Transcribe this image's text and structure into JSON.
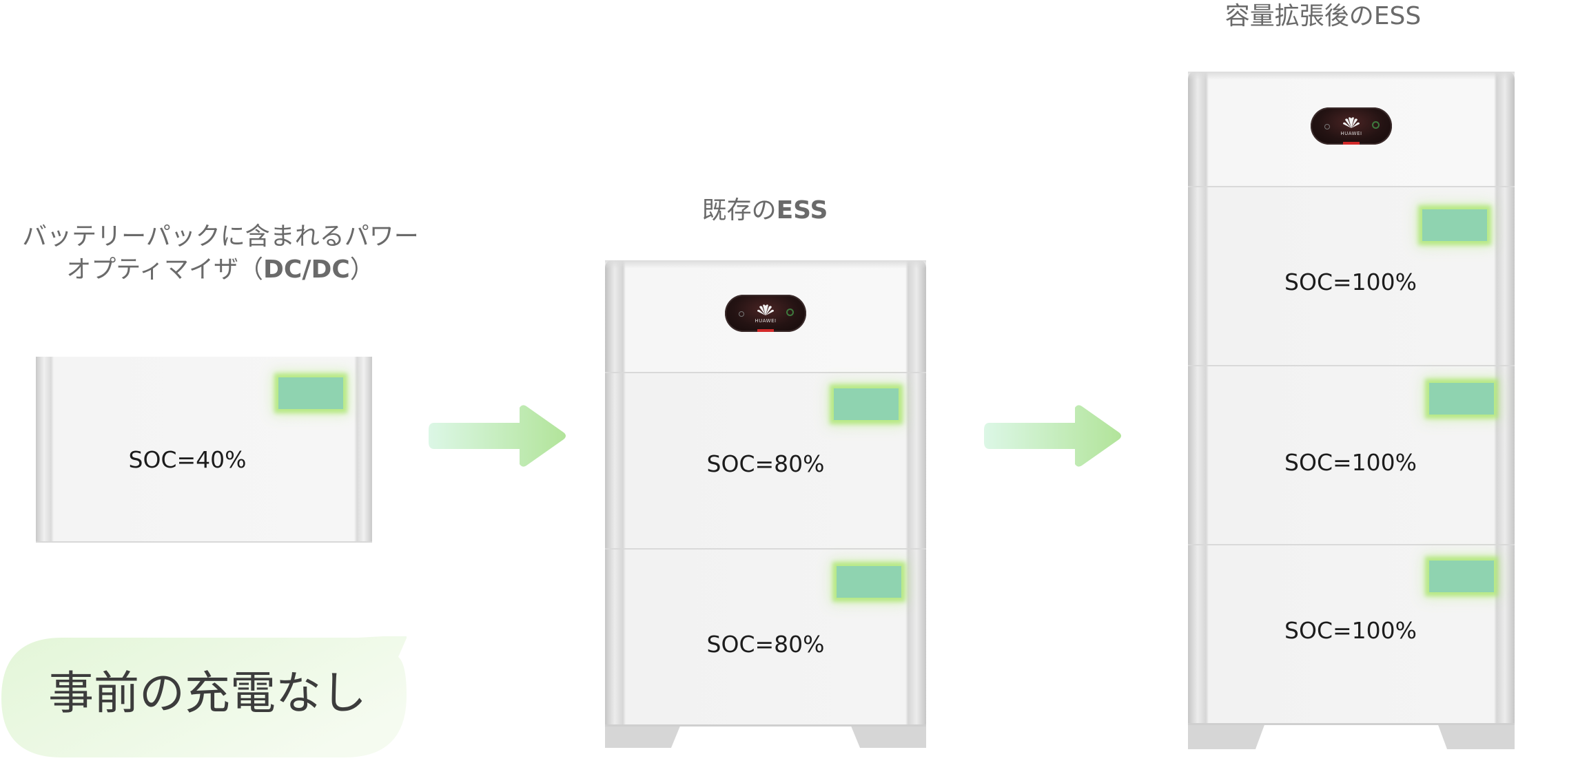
{
  "titles": {
    "optimizer_line1": "バッテリーパックに含まれるパワー",
    "optimizer_line2_prefix": "オプティマイザ（",
    "optimizer_line2_bold": "DC/DC",
    "optimizer_line2_suffix": "）",
    "existing_prefix": "既存の",
    "existing_bold": "ESS",
    "expanded": "容量拡張後のESS"
  },
  "standalone_pack": {
    "soc": "SOC=40%"
  },
  "existing_ess": {
    "brand": "HUAWEI",
    "modules": [
      {
        "soc": "SOC=80%"
      },
      {
        "soc": "SOC=80%"
      }
    ]
  },
  "expanded_ess": {
    "brand": "HUAWEI",
    "modules": [
      {
        "soc": "SOC=100%"
      },
      {
        "soc": "SOC=100%"
      },
      {
        "soc": "SOC=100%"
      }
    ]
  },
  "callout": {
    "text": "事前の充電なし"
  },
  "colors": {
    "led": "#8fd3b0",
    "led_glow": "#aee66e",
    "arrow_start": "#dcf7e6",
    "arrow_end": "#b2e49a",
    "callout_start": "#e3f6d8",
    "callout_end": "#f5fbf0"
  },
  "icons": {
    "arrow": "right-arrow-icon",
    "logo": "huawei-logo-icon"
  }
}
